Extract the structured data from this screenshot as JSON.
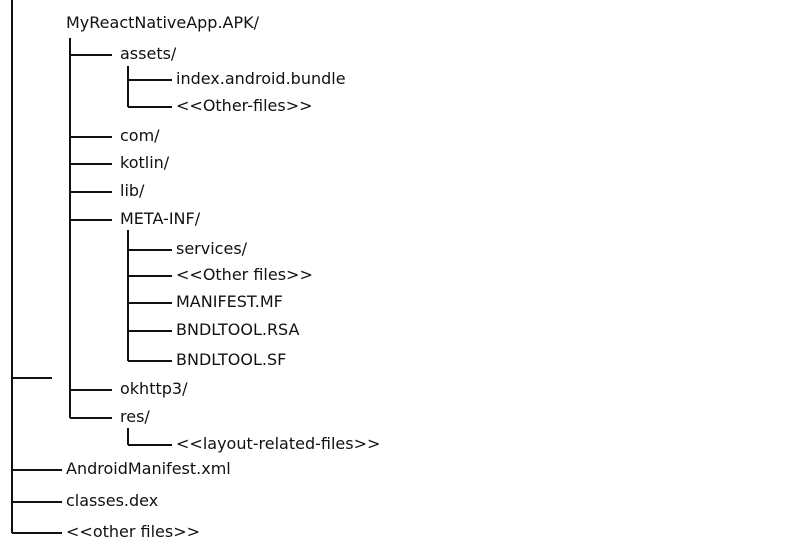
{
  "tree": {
    "root_label": "MyReactNativeApp.APK/",
    "apk_items": {
      "assets": "assets/",
      "assets_children": [
        "index.android.bundle",
        "<<Other-files>>"
      ],
      "com": "com/",
      "kotlin": "kotlin/",
      "lib": "lib/",
      "meta_inf": "META-INF/",
      "meta_inf_children": [
        "services/",
        "<<Other files>>",
        "MANIFEST.MF",
        "BNDLTOOL.RSA",
        "BNDLTOOL.SF"
      ],
      "okhttp3": "okhttp3/",
      "res": "res/",
      "res_children": [
        "<<layout-related-files>>"
      ]
    },
    "root_files": [
      "AndroidManifest.xml",
      "classes.dex",
      "<<other files>>"
    ]
  },
  "colors": {
    "line": "#111111",
    "text": "#111111"
  }
}
